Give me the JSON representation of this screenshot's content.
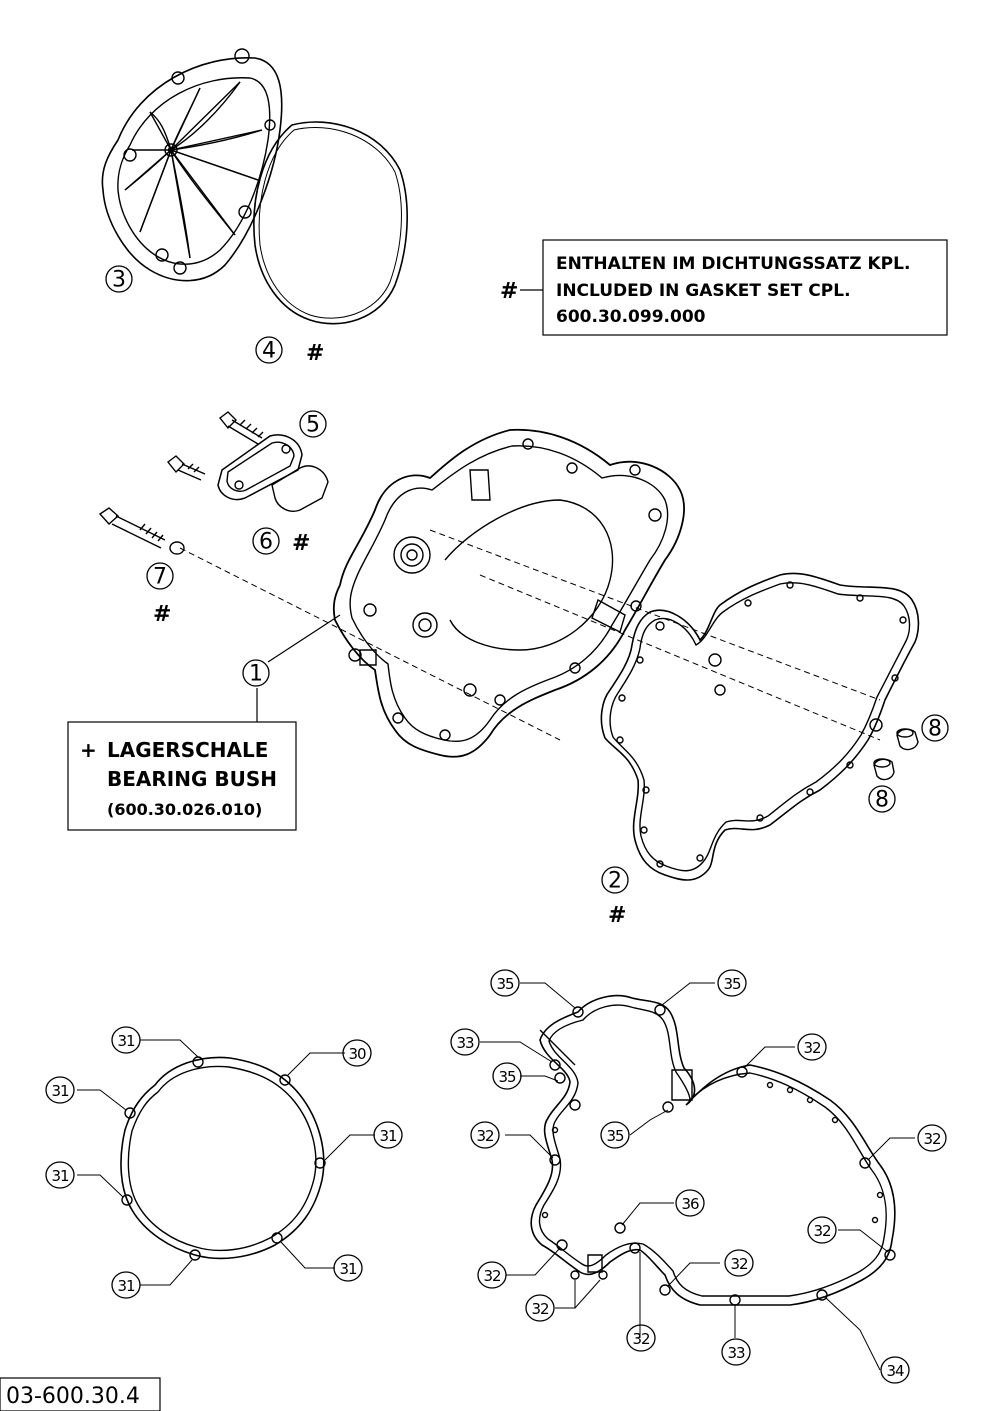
{
  "gasket_note": {
    "hash": "#",
    "line1": "ENTHALTEN IM DICHTUNGSSATZ KPL.",
    "line2": "INCLUDED IN GASKET SET CPL.",
    "line3": "600.30.099.000"
  },
  "bearing_note": {
    "plus": "+",
    "line1": "LAGERSCHALE",
    "line2": "BEARING BUSH",
    "line3": "(600.30.026.010)"
  },
  "parts": {
    "p1": "1",
    "p2": "2",
    "p3": "3",
    "p4": "4",
    "p5": "5",
    "p6": "6",
    "p7": "7",
    "p8a": "8",
    "p8b": "8"
  },
  "hash_mark": "#",
  "left_gasket_labels": [
    "31",
    "30",
    "31",
    "31",
    "31",
    "31",
    "31"
  ],
  "right_gasket_labels": [
    "35",
    "35",
    "33",
    "32",
    "35",
    "35",
    "32",
    "32",
    "36",
    "32",
    "32",
    "32",
    "32",
    "32",
    "33",
    "34"
  ],
  "footer_code": "03-600.30.4"
}
